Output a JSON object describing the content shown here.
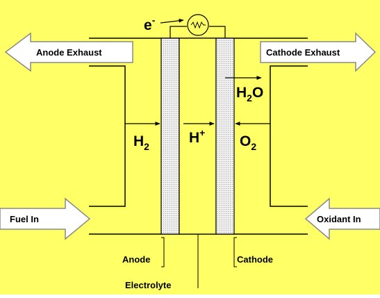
{
  "colors": {
    "background": "#ffff66",
    "electrode_fill": "#e8e8e8",
    "arrow_fill": "#ffffff",
    "line": "#000000"
  },
  "labels": {
    "electron": "e",
    "electron_sup": "-",
    "anode_exhaust": "Anode Exhaust",
    "cathode_exhaust": "Cathode Exhaust",
    "fuel_in": "Fuel In",
    "oxidant_in": "Oxidant In",
    "h2_main": "H",
    "h2_sub": "2",
    "hplus_main": "H",
    "hplus_sup": "+",
    "o2_main": "O",
    "o2_sub": "2",
    "h2o_h": "H",
    "h2o_sub": "2",
    "h2o_o": "O",
    "anode": "Anode",
    "electrolyte": "Electrolyte",
    "cathode": "Cathode"
  },
  "icons": {
    "load": "resistor-circle-icon"
  }
}
